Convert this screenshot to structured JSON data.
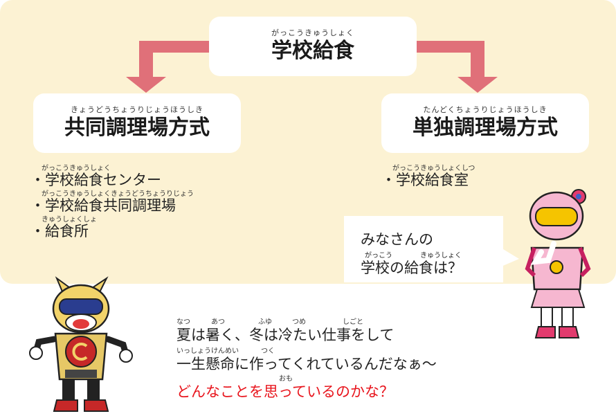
{
  "top": {
    "ruby": "がっこうきゅうしょく",
    "title": "学校給食"
  },
  "left": {
    "ruby": "きょうどうちょうりじょうほうしき",
    "title": "共同調理場方式",
    "items": [
      {
        "ruby": "がっこうきゅうしょく",
        "label": "・学校給食センター"
      },
      {
        "ruby": "がっこうきゅうしょくきょうどうちょうりじょう",
        "label": "・学校給食共同調理場"
      },
      {
        "ruby": "きゅうしょくしょ",
        "label": "・給食所"
      }
    ]
  },
  "right": {
    "ruby": "たんどくちょうりじょうほうしき",
    "title": "単独調理場方式",
    "items": [
      {
        "ruby": "がっこうきゅうしょくしつ",
        "label": "・学校給食室"
      }
    ]
  },
  "bubble": {
    "line1": "みなさんの",
    "ruby": "がっこう　　　　きゅうしょく",
    "line2": "学校の給食は？"
  },
  "speech": {
    "line1": "夏は暑く、冬は冷たい仕事をして",
    "line1_ruby": [
      "なつ",
      "あつ",
      "ふゆ",
      "つめ",
      "しごと"
    ],
    "line2": "一生懸命に作ってくれているんだなぁ～",
    "line2_ruby": [
      "いっしょうけんめい",
      "つく"
    ],
    "line3": "どんなことを思っているのかな？",
    "line3_ruby": [
      "おも"
    ]
  },
  "colors": {
    "panel": "#fcf2d3",
    "arrow": "#e07079",
    "accent_red": "#e8141c"
  },
  "icons": [
    "down-arrow-left-icon",
    "down-arrow-right-icon",
    "yellow-hero-character",
    "pink-hero-character"
  ]
}
